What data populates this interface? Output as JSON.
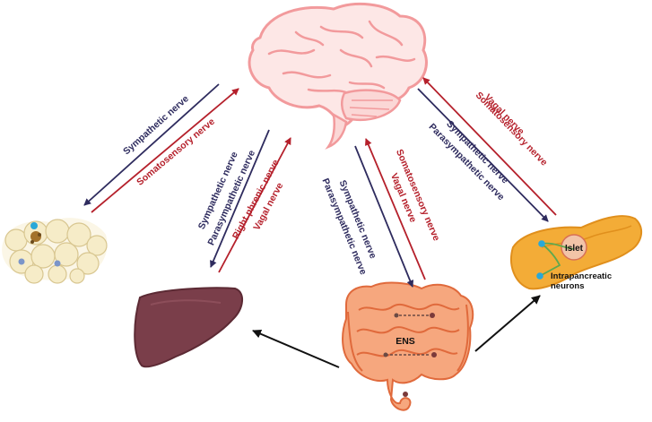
{
  "colors": {
    "sympathetic_navy": "#2e2b5e",
    "afferent_red": "#b5202b",
    "brain_pink": "#f29a9c",
    "liver": "#7a3e4a",
    "pancreas": "#f0a830",
    "intestine": "#f08a5d",
    "adipose": "#f6ecc8"
  },
  "icons": [
    "brain-icon",
    "adipose-tissue-icon",
    "liver-icon",
    "intestine-icon",
    "pancreas-icon"
  ],
  "adipose": {
    "efferent": "Sympathetic nerve",
    "afferent": "Somatosensory nerve"
  },
  "liver": {
    "efferent_1": "Sympathetic nerve",
    "efferent_2": "Parasympathetic nerve",
    "afferent_1": "Right phrenic nerve",
    "afferent_2": "Vagal nerve"
  },
  "gut": {
    "efferent_1": "Sympathetic nerve",
    "efferent_2": "Parasympathetic nerve",
    "afferent_1": "Somatosensory nerve",
    "afferent_2": "Vagal nerve",
    "ens": "ENS"
  },
  "pancreas": {
    "afferent_1": "Vagal nerve",
    "afferent_2": "Somatosensory nerve",
    "efferent_1": "Sympathetic nerve",
    "efferent_2": "Parasympathetic nerve",
    "islet": "Islet",
    "neurons_1": "Intrapancreatic",
    "neurons_2": "neurons"
  }
}
